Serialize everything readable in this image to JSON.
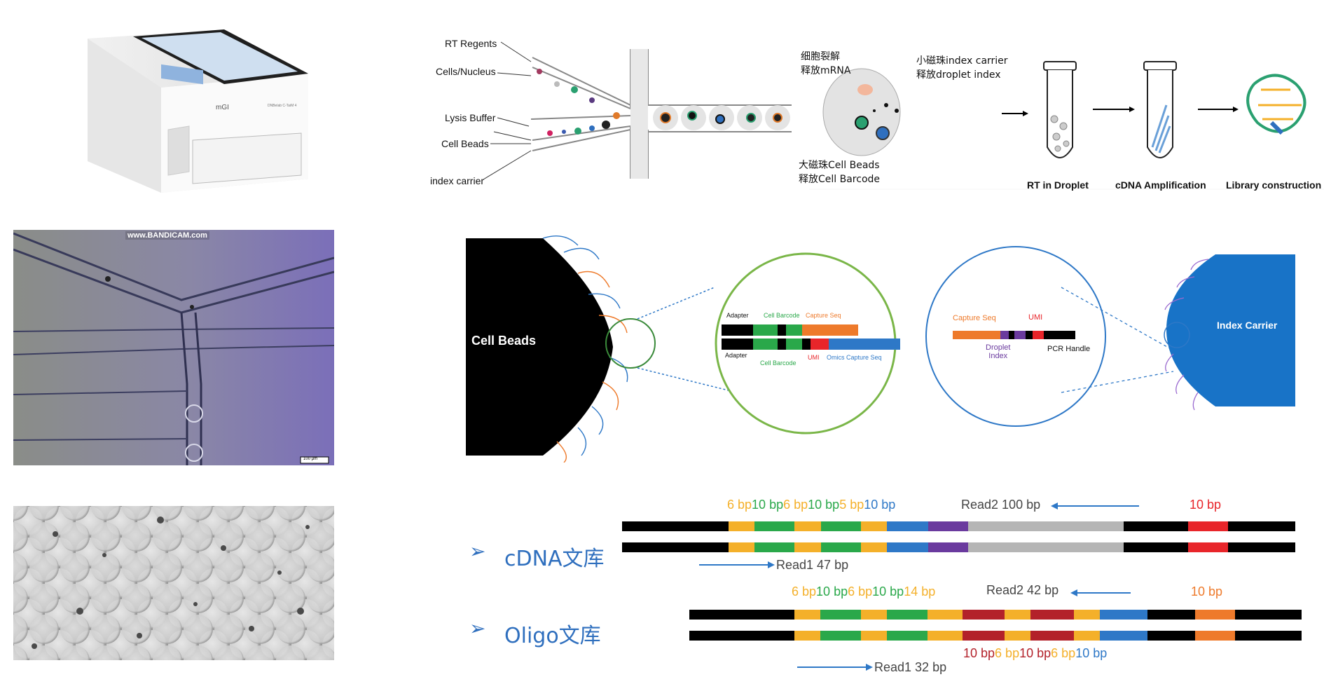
{
  "colors": {
    "yellow": "#f4b02a",
    "green": "#2aa84a",
    "blue": "#2e78c7",
    "purple": "#6a3a9e",
    "gray": "#b5b5b5",
    "red": "#e8252a",
    "orange": "#ee7a2b",
    "darkred": "#b3212a",
    "black": "#000000",
    "accent": "#2f6fbe"
  },
  "instrument": {
    "brand": "mGI",
    "model": "DNBelab C-TaiM 4"
  },
  "microscope": {
    "watermark": "www.BANDICAM.com",
    "scale_bar": "100 μm"
  },
  "workflow": {
    "inputs": [
      "RT Regents",
      "Cells/Nucleus",
      "Lysis Buffer",
      "Cell Beads",
      "index carrier"
    ],
    "droplet_small_bead": "小磁珠index carrier\n释放droplet index",
    "droplet_lysis": "细胞裂解\n释放mRNA",
    "droplet_big_bead": "大磁珠Cell Beads\n释放Cell Barcode",
    "steps": [
      "RT in Droplet",
      "cDNA Amplification",
      "Library construction"
    ]
  },
  "beads": {
    "cell_beads_label": "Cell Beads",
    "index_carrier_label": "Index Carrier",
    "cell_bead_oligo": {
      "adapter_top": "Adapter",
      "cell_barcode_top": "Cell Barcode",
      "capture_seq": "Capture Seq",
      "adapter_bottom": "Adapter",
      "cell_barcode_bottom": "Cell Barcode",
      "umi": "UMI",
      "omics_capture_seq": "Omics Capture Seq"
    },
    "index_oligo": {
      "capture_seq": "Capture Seq",
      "umi": "UMI",
      "droplet_index": "Droplet\nIndex",
      "pcr_handle": "PCR Handle"
    }
  },
  "libraries": {
    "cdna": {
      "title": "cDNA文库",
      "segments_top": [
        {
          "text": "6 bp",
          "color": "yellow"
        },
        {
          "text": "10 bp",
          "color": "green"
        },
        {
          "text": "6 bp",
          "color": "yellow"
        },
        {
          "text": "10 bp",
          "color": "green"
        },
        {
          "text": "5 bp",
          "color": "yellow"
        },
        {
          "text": "10 bp",
          "color": "blue"
        }
      ],
      "read2": "Read2 100 bp",
      "index_bp": "10 bp",
      "read1": "Read1 47 bp"
    },
    "oligo": {
      "title": "Oligo文库",
      "segments_top": [
        {
          "text": "6 bp",
          "color": "yellow"
        },
        {
          "text": "10 bp",
          "color": "green"
        },
        {
          "text": "6 bp",
          "color": "yellow"
        },
        {
          "text": "10 bp",
          "color": "green"
        },
        {
          "text": "14 bp",
          "color": "yellow"
        }
      ],
      "read2": "Read2 42 bp",
      "index_bp": "10 bp",
      "segments_bottom": [
        {
          "text": "10 bp",
          "color": "darkred"
        },
        {
          "text": "6 bp",
          "color": "yellow"
        },
        {
          "text": "10 bp",
          "color": "darkred"
        },
        {
          "text": "6 bp",
          "color": "yellow"
        },
        {
          "text": "10 bp",
          "color": "blue"
        }
      ],
      "read1": "Read1 32 bp"
    }
  }
}
